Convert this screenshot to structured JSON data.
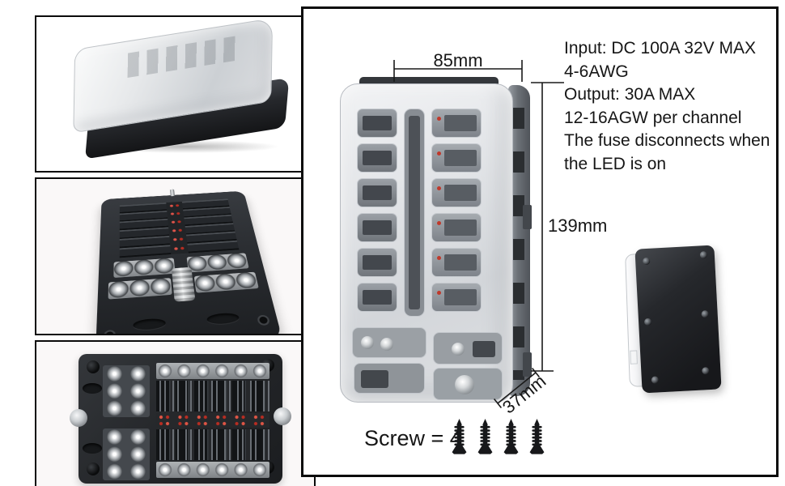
{
  "annotations": {
    "specs": [
      "Input: DC 100A 32V MAX",
      "4-6AWG",
      "Output: 30A MAX",
      "12-16AGW per channel",
      "The fuse disconnects when",
      "the LED is on"
    ],
    "dim_width": "85mm",
    "dim_height": "139mm",
    "dim_depth": "37mm",
    "screw_label": "Screw = 4",
    "screw_count": 4
  },
  "colors": {
    "background": "#ffffff",
    "frame_border": "#0a0a0a",
    "annotation_text": "#161616",
    "dimension_line": "#1a1a1a",
    "led_red": "#c0392b",
    "cover_frosted_gray": "#d9dcdf",
    "body_black": "#232528",
    "chrome_terminal": "#c7cacd"
  }
}
